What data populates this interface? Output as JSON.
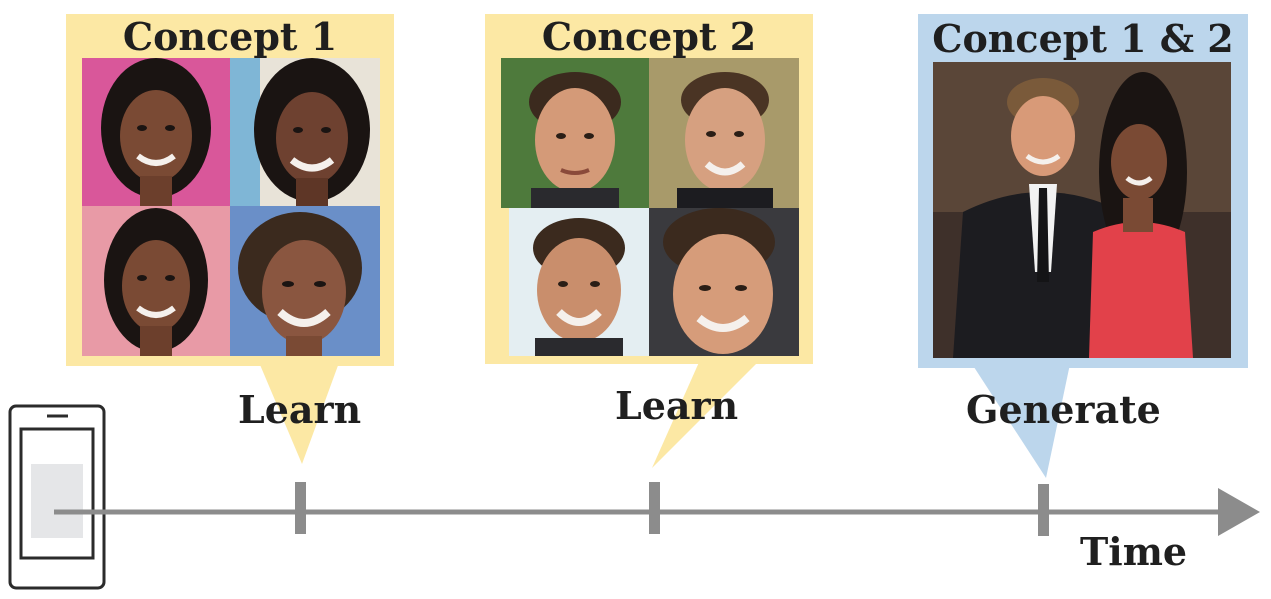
{
  "panels": {
    "concept1": {
      "title": "Concept 1",
      "fill": "#fce8a4"
    },
    "concept2": {
      "title": "Concept 2",
      "fill": "#fce8a4"
    },
    "combined": {
      "title": "Concept 1 & 2",
      "fill": "#bcd6ec"
    }
  },
  "steps": {
    "learn1": "Learn",
    "learn2": "Learn",
    "generate": "Generate"
  },
  "axis": {
    "label": "Time",
    "color": "#8c8c8c"
  },
  "colors": {
    "skin_dark": "#7a4a34",
    "hair_dark": "#1a1412",
    "skin_light": "#d49a78",
    "hair_brown": "#3b2a1e",
    "dress_red": "#e2414a",
    "suit_black": "#1c1c20"
  }
}
